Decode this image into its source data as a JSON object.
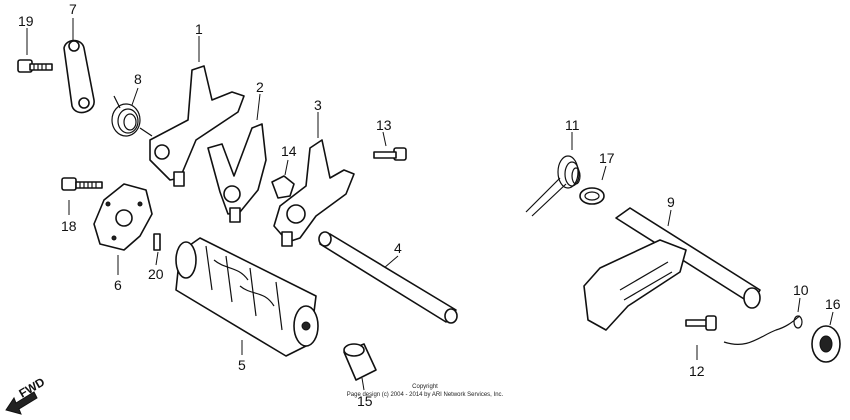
{
  "callouts": {
    "p1": "1",
    "p2": "2",
    "p3": "3",
    "p4": "4",
    "p5": "5",
    "p6": "6",
    "p7": "7",
    "p8": "8",
    "p9": "9",
    "p10": "10",
    "p11": "11",
    "p12": "12",
    "p13": "13",
    "p14": "14",
    "p15": "15",
    "p16": "16",
    "p17": "17",
    "p18": "18",
    "p19": "19",
    "p20": "20"
  },
  "footer": {
    "copyright_label": "Copyright",
    "copyright_line": "Page design (c) 2004 - 2014 by ARI Network Services, Inc."
  },
  "direction_label": "FWD"
}
